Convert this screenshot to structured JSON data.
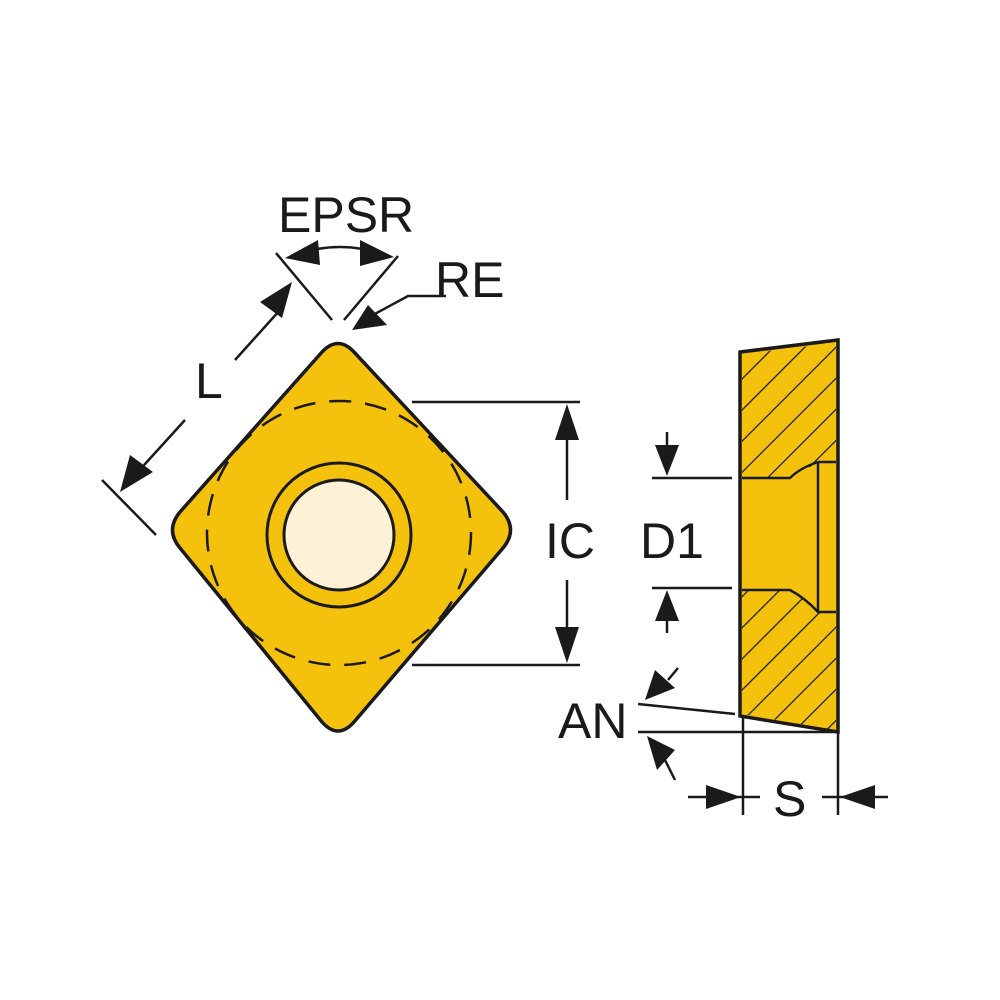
{
  "labels": {
    "epsr": "EPSR",
    "re": "RE",
    "l": "L",
    "ic": "IC",
    "d1": "D1",
    "an": "AN",
    "s": "S"
  },
  "colors": {
    "insert_fill": "#f4c20d",
    "hole_fill": "#fdf1d6",
    "outline": "#1a1a1a"
  }
}
